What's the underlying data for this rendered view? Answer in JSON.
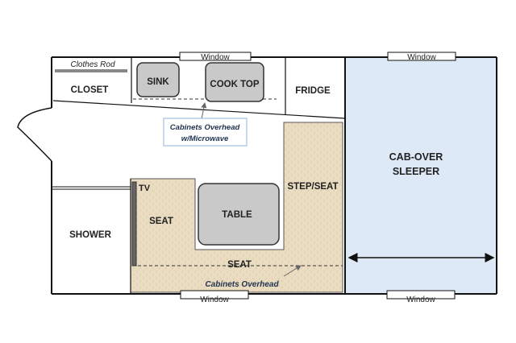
{
  "rooms": {
    "closet": "CLOSET",
    "clothes_rod": "Clothes Rod",
    "sink": "SINK",
    "cooktop": "COOK TOP",
    "fridge": "FRIDGE",
    "tv": "TV",
    "seat_left": "SEAT",
    "table": "TABLE",
    "step_seat": "STEP/SEAT",
    "seat_bottom": "SEAT",
    "shower": "SHOWER",
    "sleeper_line1": "CAB-OVER",
    "sleeper_line2": "SLEEPER"
  },
  "callouts": {
    "cabinets_overhead_line1": "Cabinets Overhead",
    "cabinets_overhead_line2": "w/Microwave",
    "cabinets_overhead_bottom": "Cabinets Overhead"
  },
  "windows": {
    "top_left": "Window",
    "top_right": "Window",
    "bottom_left": "Window",
    "bottom_right": "Window"
  },
  "colors": {
    "sleeper_fill": "#dde9f6",
    "seating_fill": "#eadcc0",
    "appliance_fill": "#c9c9c9",
    "wall": "#111111",
    "callout_border": "#8fb3d9"
  }
}
